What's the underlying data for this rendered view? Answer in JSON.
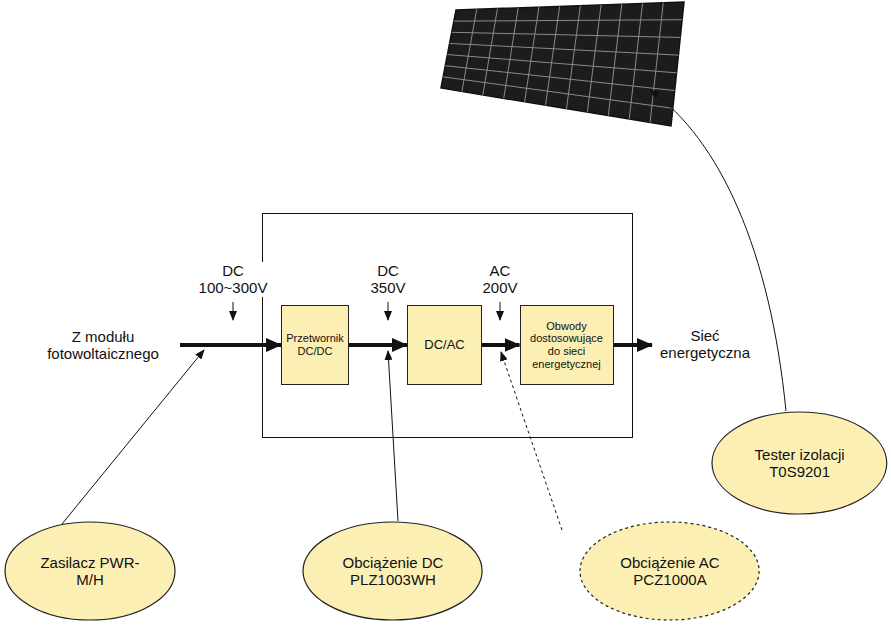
{
  "diagram": {
    "nodes": [
      {
        "text": [
          "Przetwornik DC/DC"
        ]
      },
      {
        "text": [
          "DC/AC"
        ]
      },
      {
        "text": [
          "Obwody dostosowujące do sieci energetycznej"
        ]
      },
      {
        "text": [
          "Zasilacz PWR-M/H"
        ]
      },
      {
        "text": [
          "Obciążenie DC PLZ1003WH"
        ]
      },
      {
        "text": [
          "Obciążenie AC PCZ1000A"
        ]
      },
      {
        "text": [
          "Tester izolacji T0S9201"
        ]
      }
    ],
    "edges": [
      {
        "from": 0,
        "to": 1,
        "arrow": "to"
      },
      {
        "from": 1,
        "to": 2,
        "arrow": "to"
      }
    ],
    "labels": [
      "DC 100~300V",
      "DC 350V",
      "AC 200V",
      "Z modułu fotowoltaicznego",
      "Sieć energetyczna"
    ]
  }
}
